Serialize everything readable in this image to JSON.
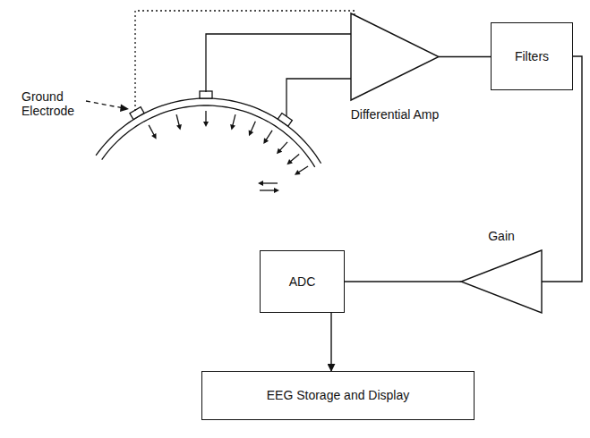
{
  "diagram": {
    "nodes": [
      {
        "text": [
          "Differential Amp"
        ]
      },
      {
        "text": [
          "Filters"
        ]
      },
      {
        "text": [
          "Gain"
        ]
      },
      {
        "text": [
          "ADC"
        ]
      },
      {
        "text": [
          "EEG Storage and Display"
        ]
      }
    ],
    "edges": [
      {
        "from": 0,
        "to": 1,
        "arrow": "none"
      },
      {
        "from": 1,
        "to": 2,
        "arrow": "none"
      },
      {
        "from": 2,
        "to": 3,
        "arrow": "none"
      },
      {
        "from": 3,
        "to": 4,
        "arrow": "to"
      }
    ],
    "labels": [
      "Ground Electrode"
    ]
  }
}
